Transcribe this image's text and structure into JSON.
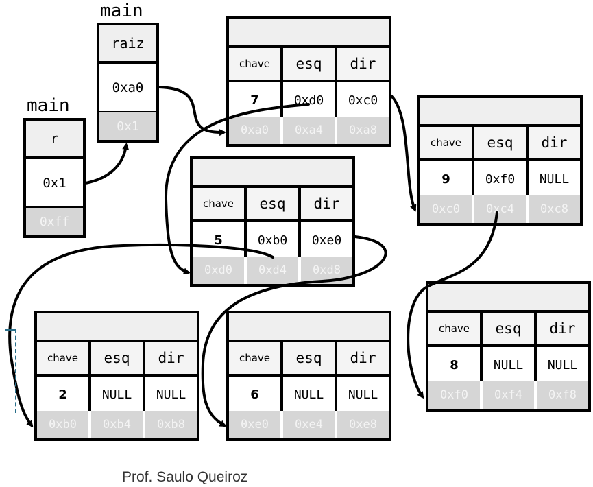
{
  "frames": [
    {
      "label": "main",
      "var": "raiz",
      "value": "0xa0",
      "address": "0x1"
    },
    {
      "label": "main",
      "var": "r",
      "value": "0x1",
      "address": "0xff"
    }
  ],
  "nodes": [
    {
      "id": "n7",
      "cols": [
        "chave",
        "esq",
        "dir"
      ],
      "vals": [
        "7",
        "0xd0",
        "0xc0"
      ],
      "addrs": [
        "0xa0",
        "0xa4",
        "0xa8"
      ]
    },
    {
      "id": "n9",
      "cols": [
        "chave",
        "esq",
        "dir"
      ],
      "vals": [
        "9",
        "0xf0",
        "NULL"
      ],
      "addrs": [
        "0xc0",
        "0xc4",
        "0xc8"
      ]
    },
    {
      "id": "n5",
      "cols": [
        "chave",
        "esq",
        "dir"
      ],
      "vals": [
        "5",
        "0xb0",
        "0xe0"
      ],
      "addrs": [
        "0xd0",
        "0xd4",
        "0xd8"
      ]
    },
    {
      "id": "n2",
      "cols": [
        "chave",
        "esq",
        "dir"
      ],
      "vals": [
        "2",
        "NULL",
        "NULL"
      ],
      "addrs": [
        "0xb0",
        "0xb4",
        "0xb8"
      ]
    },
    {
      "id": "n6",
      "cols": [
        "chave",
        "esq",
        "dir"
      ],
      "vals": [
        "6",
        "NULL",
        "NULL"
      ],
      "addrs": [
        "0xe0",
        "0xe4",
        "0xe8"
      ]
    },
    {
      "id": "n8",
      "cols": [
        "chave",
        "esq",
        "dir"
      ],
      "vals": [
        "8",
        "NULL",
        "NULL"
      ],
      "addrs": [
        "0xf0",
        "0xf4",
        "0xf8"
      ]
    }
  ],
  "footer": "Prof. Saulo Queiroz"
}
